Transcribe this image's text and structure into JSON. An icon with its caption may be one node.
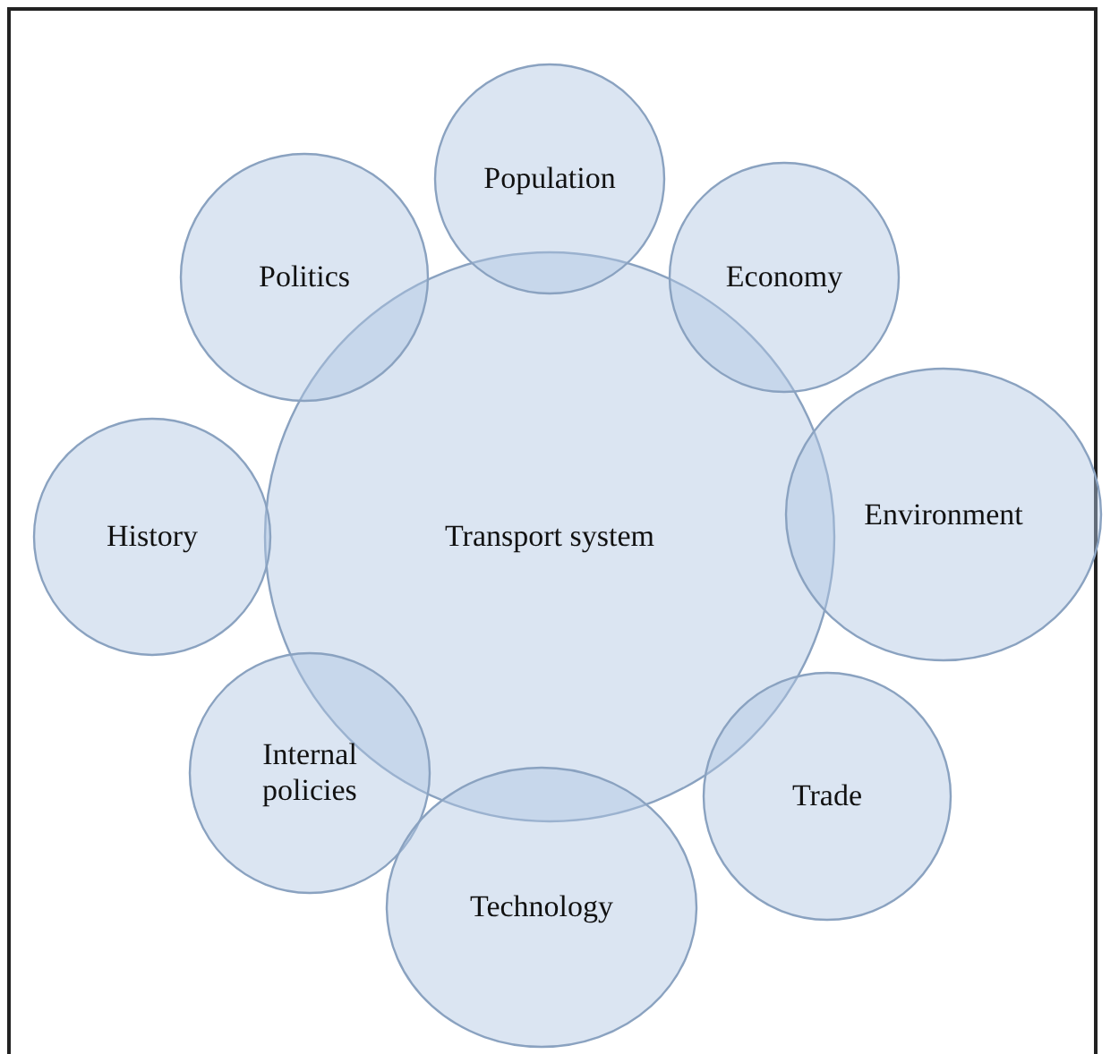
{
  "diagram": {
    "nodes": [
      {
        "text": [
          "Transport system"
        ]
      },
      {
        "text": [
          "Population"
        ]
      },
      {
        "text": [
          "Politics"
        ]
      },
      {
        "text": [
          "Economy"
        ]
      },
      {
        "text": [
          "History"
        ]
      },
      {
        "text": [
          "Environment"
        ]
      },
      {
        "text": [
          "Internal policies"
        ]
      },
      {
        "text": [
          "Trade"
        ]
      },
      {
        "text": [
          "Technology"
        ]
      }
    ],
    "edges": []
  }
}
